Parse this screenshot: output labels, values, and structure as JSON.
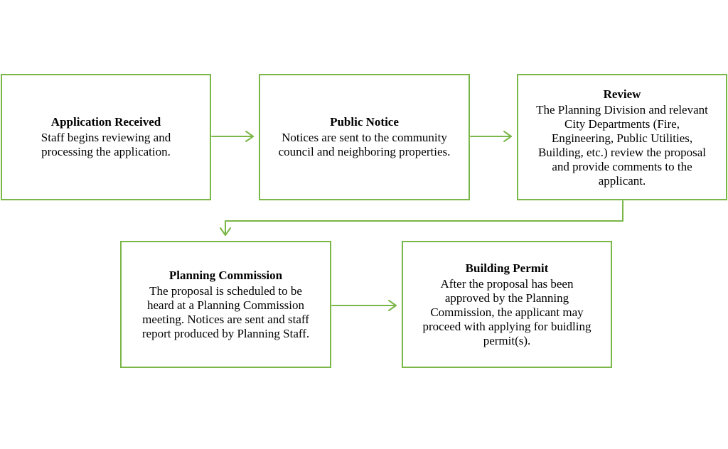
{
  "colors": {
    "box_border": "#7ab648",
    "connector": "#7ab648"
  },
  "steps": [
    {
      "title": "Application Received",
      "lines": [
        "Staff begins reviewing and",
        "processing the application."
      ]
    },
    {
      "title": "Public Notice",
      "lines": [
        "Notices are sent to the community",
        "council and neighboring properties."
      ]
    },
    {
      "title": "Review",
      "lines": [
        "The Planning Division and relevant",
        "City Departments (Fire,",
        "Engineering, Public Utilities,",
        "Building, etc.) review the proposal",
        "and provide comments to the",
        "applicant."
      ]
    },
    {
      "title": "Planning Commission",
      "lines": [
        "The proposal is scheduled to be",
        "heard at a Planning Commission",
        "meeting. Notices are sent and staff",
        "report produced by Planning Staff."
      ]
    },
    {
      "title": "Building Permit",
      "lines": [
        "After the proposal has been",
        "approved by the Planning",
        "Commission, the applicant may",
        "proceed with applying for buidling",
        "permit(s)."
      ]
    }
  ]
}
